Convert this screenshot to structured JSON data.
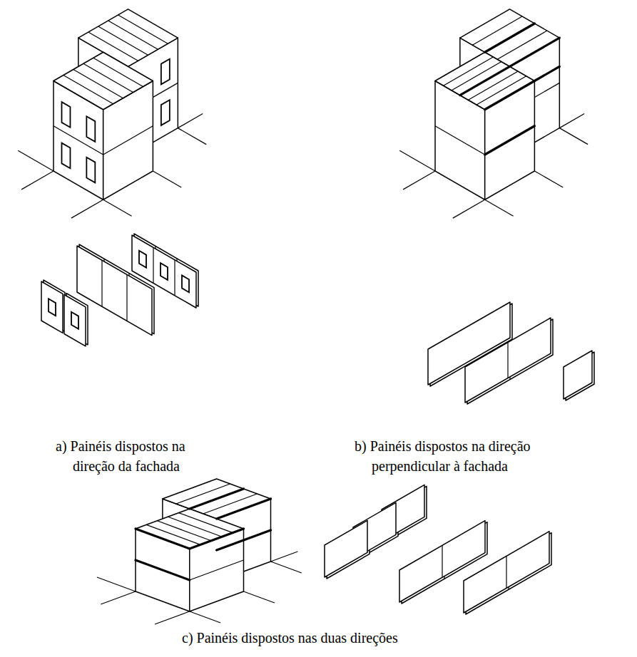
{
  "diagram": {
    "labels": [
      "a) Painéis dispostos na direção da fachada",
      "b) Painéis dispostos na direção perpendicular à fachada",
      "c) Painéis dispostos nas duas direções"
    ]
  }
}
